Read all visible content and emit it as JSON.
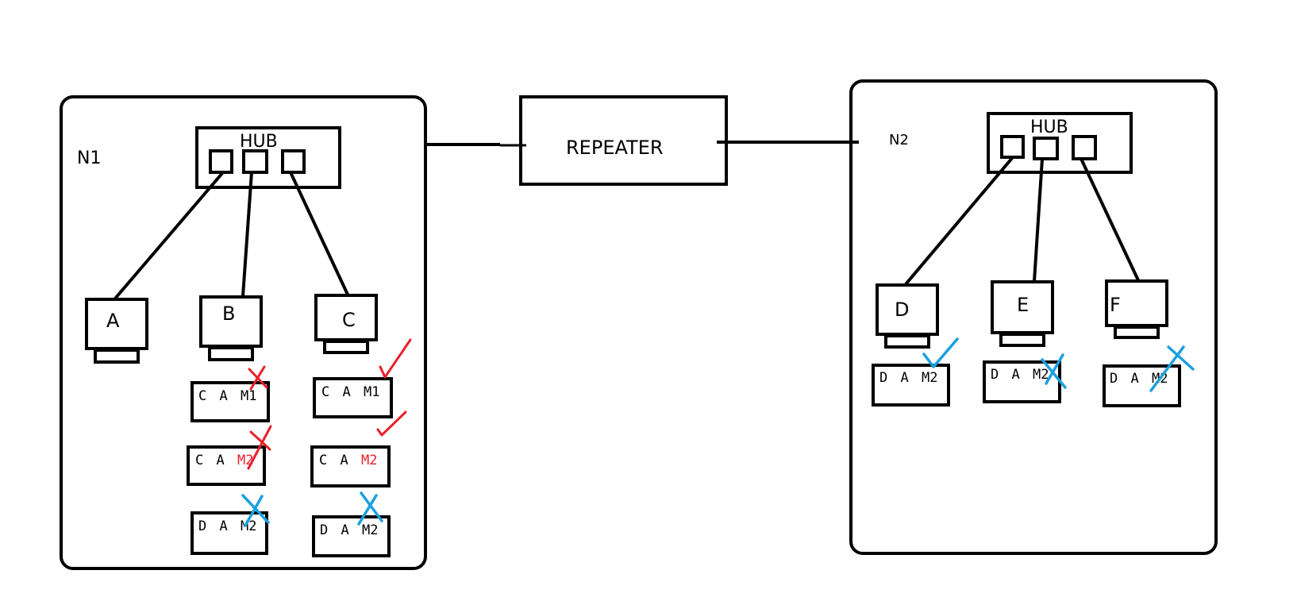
{
  "repeater": {
    "label": "REPEATER"
  },
  "networks": [
    {
      "label": "N1",
      "label_color": "#000000",
      "hub_label": "HUB",
      "hosts": [
        {
          "label": "A",
          "frames": []
        },
        {
          "label": "B",
          "frames": [
            {
              "parts": [
                "C",
                "A",
                "M1"
              ],
              "m_color": "#000000",
              "mark": "cross",
              "mark_color": "#e8202a"
            },
            {
              "parts": [
                "C",
                "A",
                "M2"
              ],
              "m_color": "#e8202a",
              "mark": "cross",
              "mark_color": "#e8202a"
            },
            {
              "parts": [
                "D",
                "A",
                "M2"
              ],
              "m_color": "#000000",
              "mark": "cross",
              "mark_color": "#1aa0e0"
            }
          ]
        },
        {
          "label": "C",
          "frames": [
            {
              "parts": [
                "C",
                "A",
                "M1"
              ],
              "m_color": "#000000",
              "mark": "check",
              "mark_color": "#e8202a"
            },
            {
              "parts": [
                "C",
                "A",
                "M2"
              ],
              "m_color": "#e8202a",
              "mark": "check",
              "mark_color": "#e8202a"
            },
            {
              "parts": [
                "D",
                "A",
                "M2"
              ],
              "m_color": "#000000",
              "mark": "cross",
              "mark_color": "#1aa0e0"
            }
          ]
        }
      ]
    },
    {
      "label": "N2",
      "label_color": "#e8202a",
      "hub_label": "HUB",
      "hosts": [
        {
          "label": "D",
          "frames": [
            {
              "parts": [
                "D",
                "A",
                "M2"
              ],
              "m_color": "#000000",
              "mark": "check",
              "mark_color": "#1aa0e0"
            }
          ]
        },
        {
          "label": "E",
          "frames": [
            {
              "parts": [
                "D",
                "A",
                "M2"
              ],
              "m_color": "#000000",
              "mark": "cross",
              "mark_color": "#1aa0e0"
            }
          ]
        },
        {
          "label": "F",
          "frames": [
            {
              "parts": [
                "D",
                "A",
                "M2"
              ],
              "m_color": "#000000",
              "mark": "cross",
              "mark_color": "#1aa0e0"
            }
          ]
        }
      ]
    }
  ]
}
